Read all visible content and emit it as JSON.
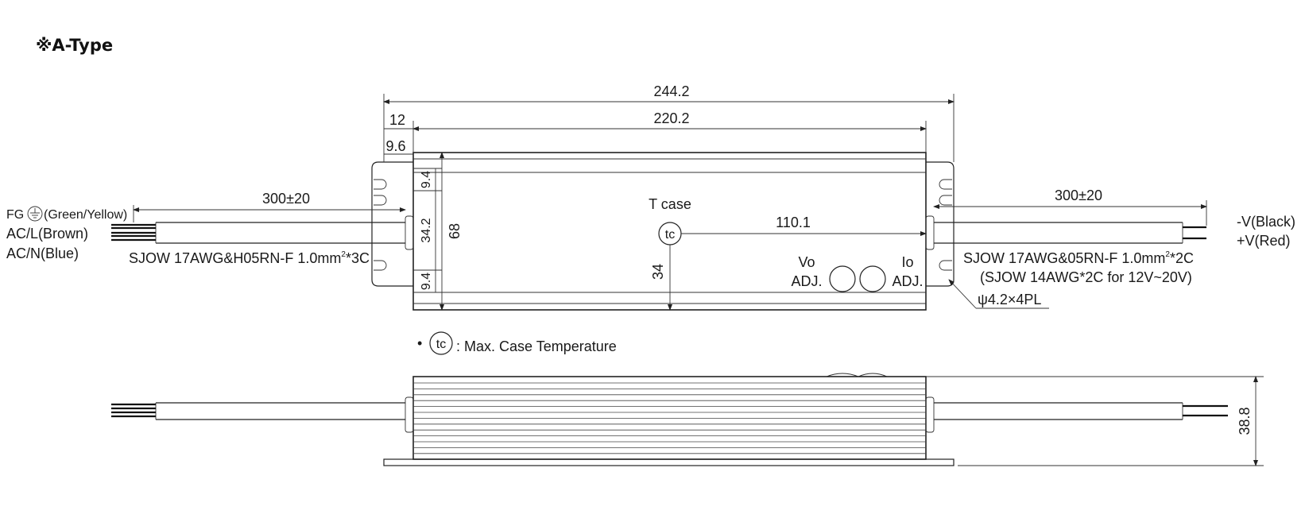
{
  "title": "※A-Type",
  "dimensions": {
    "overall_length": "244.2",
    "body_length": "220.2",
    "flange_offset": "12",
    "mount_offset": "9.6",
    "hole_spacing_top": "9.4",
    "hole_spacing_mid": "34.2",
    "hole_spacing_bottom": "9.4",
    "body_width": "68",
    "tc_x": "110.1",
    "tc_y": "34",
    "height": "38.8",
    "cable_left": "300±20",
    "cable_right": "300±20"
  },
  "labels": {
    "fg_prefix": "FG",
    "fg_suffix": "(Green/Yellow)",
    "ac_l": "AC/L(Brown)",
    "ac_n": "AC/N(Blue)",
    "cable_left_spec_pre": "SJOW 17AWG&H05RN-F 1.0mm",
    "cable_left_spec_sup": "2",
    "cable_left_spec_post": "*3C",
    "cable_right_spec_pre": "SJOW 17AWG&05RN-F 1.0mm",
    "cable_right_spec_sup": "2",
    "cable_right_spec_post": "*2C",
    "cable_right_spec2": "(SJOW 14AWG*2C for 12V~20V)",
    "v_minus": "-V(Black)",
    "v_plus": "+V(Red)",
    "tcase": "T case",
    "tc": "tc",
    "vo": "Vo",
    "io": "Io",
    "adj": "ADJ.",
    "hole": "ψ4.2×4PL",
    "legend_text": ": Max. Case Temperature",
    "legend_bullet": "•"
  }
}
